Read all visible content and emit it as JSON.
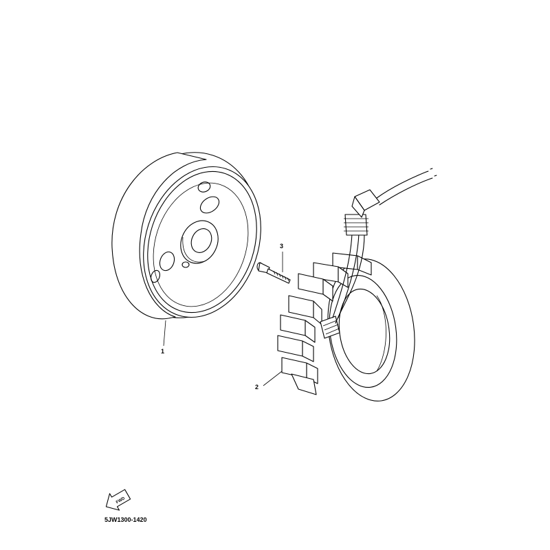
{
  "diagram": {
    "part_number": "5JW1300-1420",
    "fwd_label": "FWD",
    "colors": {
      "line": "#000000",
      "background": "#ffffff"
    },
    "callouts": [
      {
        "id": "1",
        "label": "1",
        "part": "rotor"
      },
      {
        "id": "2",
        "label": "2",
        "part": "stator"
      },
      {
        "id": "3",
        "label": "3",
        "part": "screw"
      }
    ]
  }
}
